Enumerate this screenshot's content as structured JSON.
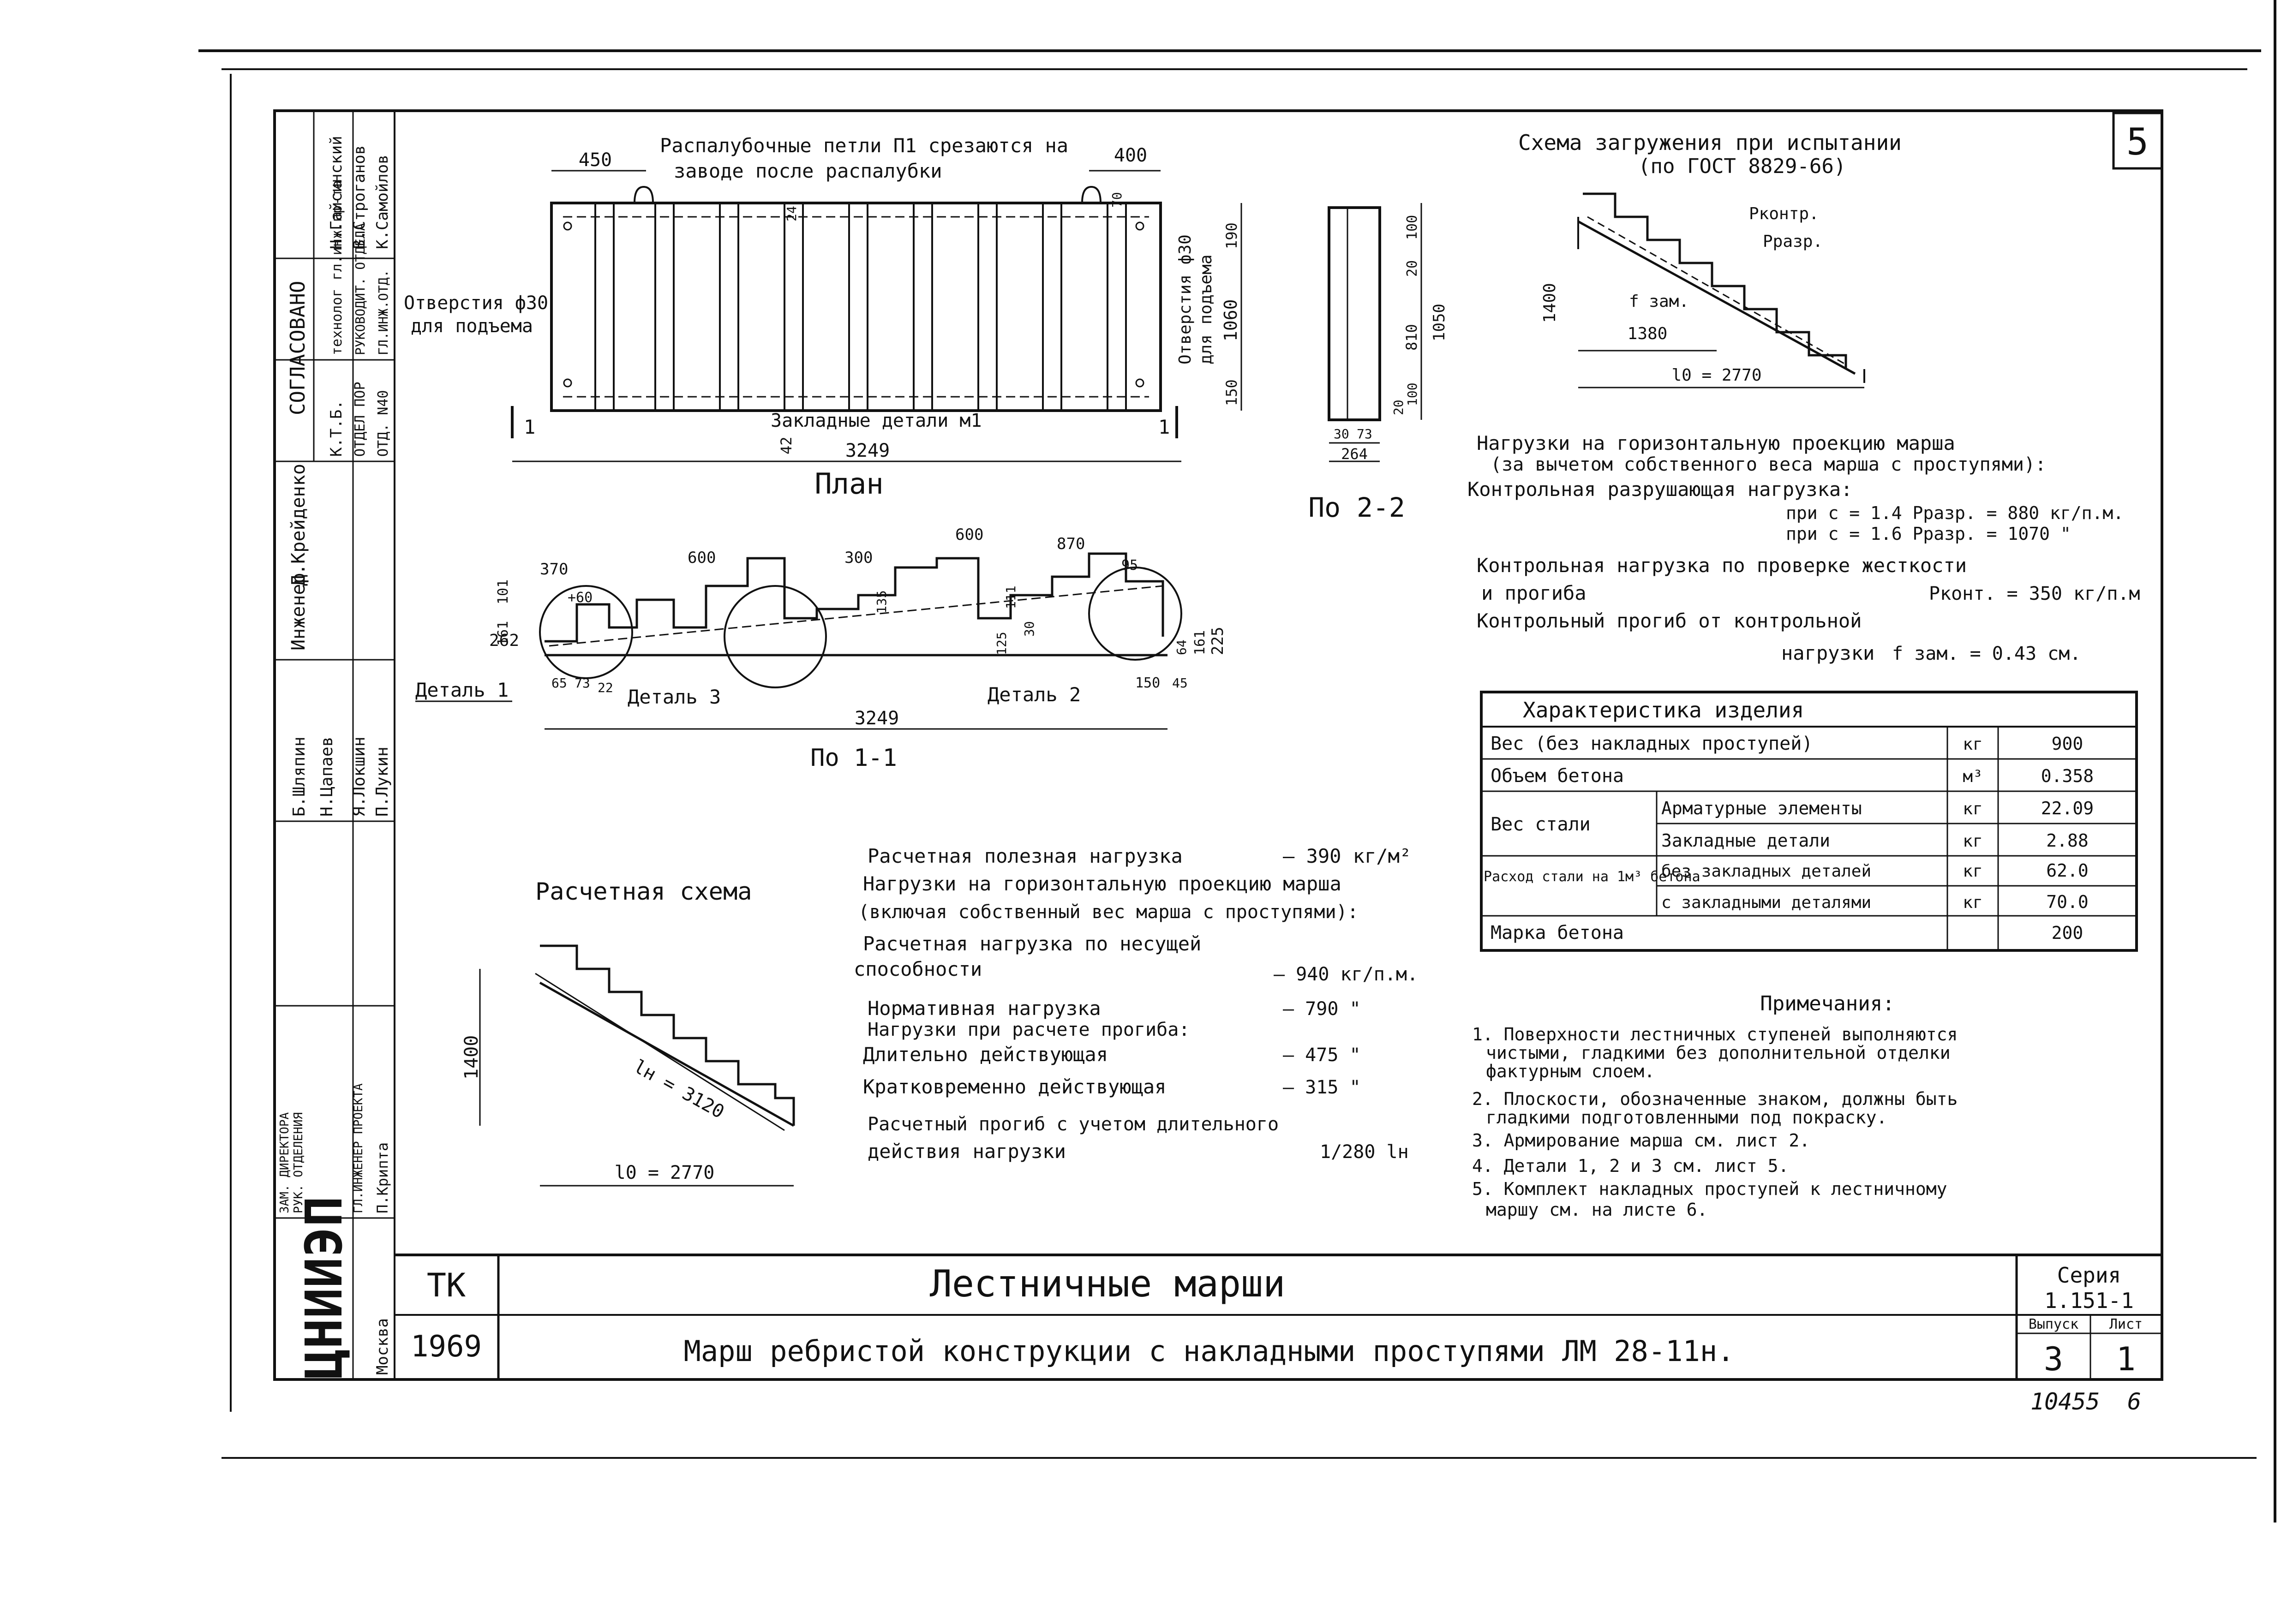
{
  "sheet": {
    "page_no": "5",
    "corner_series": "10455",
    "corner_sheet": "6",
    "approval_title": "СОГЛАСОВАНО",
    "approval_rows": [
      {
        "org": "К.Т.Б.",
        "role": "технолог гл.инж.пр-та",
        "name": "Н.Гайсинский"
      },
      {
        "org": "ОТДЕЛ ПОР",
        "role": "РУКОВОДИТ. ОТДЕЛА",
        "name": "В.Строганов"
      },
      {
        "org": "ОТД. N40",
        "role": "ГЛ.ИНЖ.ОТД.",
        "name": "К.Самойлов"
      }
    ],
    "staff": [
      {
        "role": "Инженер",
        "name": "Д.Крейденко"
      },
      {
        "role": "",
        "name": "Б.Шляпин"
      },
      {
        "role": "",
        "name": "Н.Цапаев"
      },
      {
        "role": "",
        "name": "Я.Локшин"
      },
      {
        "role": "",
        "name": "П.Лукин"
      }
    ],
    "signatures": [
      {
        "role": "ЗАМ. ДИРЕКТОРА",
        "name": ""
      },
      {
        "role": "РУК. ОТДЕЛЕНИЯ",
        "name": ""
      },
      {
        "role": "ГЛ.ИНЖЕНЕР ПРОЕКТА",
        "name": ""
      },
      {
        "role": "ГЛ.ИНЖЕНЕР ПРОЕКТА",
        "name": "П.Крипта"
      }
    ],
    "institute_logo": "ЦНИИЭП",
    "city": "Москва"
  },
  "title_block": {
    "org_code": "ТК",
    "year": "1969",
    "title": "Лестничные марши",
    "subtitle": "Марш ребристой конструкции с накладными проступями ЛМ 28-11н.",
    "series_label": "Серия",
    "series_value": "1.151-1",
    "issue_label": "Выпуск",
    "issue_value": "3",
    "sheet_label": "Лист",
    "sheet_value": "1"
  },
  "plan": {
    "caption": "План",
    "note_loops": "Распалубочные петли П1 срезаются на",
    "note_loops2": "заводе после распалубки",
    "holes_left": "Отверстия ф30",
    "holes_left2": "для подъема",
    "holes_right": "Отверстия ф30",
    "holes_right2": "для подъема",
    "embedded": "Закладные детали м1",
    "dim_450": "450",
    "dim_400": "400",
    "dim_3249": "3249",
    "dim_1060": "1060",
    "dim_190": "190",
    "dim_150": "150",
    "dim_42": "42",
    "dim_24": "24",
    "dim_70": "70",
    "section_mark": "1"
  },
  "section22": {
    "caption": "По 2-2",
    "dims": [
      "100",
      "20",
      "810",
      "1050",
      "100",
      "20",
      "30",
      "73",
      "264"
    ]
  },
  "section11": {
    "caption": "По 1-1",
    "detail1": "Деталь 1",
    "detail2": "Деталь 2",
    "detail3": "Деталь 3",
    "dim_3249": "3249",
    "dims_top": [
      "370",
      "+60",
      "600",
      "300",
      "600",
      "870",
      "95"
    ],
    "dims_left": [
      "262",
      "161",
      "101"
    ],
    "dims_right": [
      "225",
      "161",
      "64"
    ],
    "dims_small": [
      "65",
      "73",
      "22",
      "150",
      "45",
      "111",
      "30",
      "125",
      "135"
    ]
  },
  "load_scheme": {
    "title": "Схема загружения при испытании",
    "subtitle": "(по ГОСТ 8829-66)",
    "p_contr": "Pконтр.",
    "p_razr": "Pразр.",
    "f_zam": "f зам.",
    "dim_1380": "1380",
    "dim_1400": "1400",
    "l0": "l0 = 2770"
  },
  "loads": {
    "heading": "Нагрузки на горизонтальную проекцию марша",
    "heading2": "(за вычетом собственного веса марша с проступями):",
    "line1": "Контрольная разрушающая нагрузка:",
    "line2": "при c = 1.4  Pразр. = 880 кг/п.м.",
    "line3": "при c = 1.6  Pразр. = 1070   \"",
    "line4": "Контрольная нагрузка по проверке жесткости",
    "line5": "и прогиба",
    "line5b": "Pконт. = 350 кг/п.м",
    "line6": "Контрольный прогиб от контрольной",
    "line7": "нагрузки",
    "line7b": "f зам. = 0.43 см."
  },
  "spec_table": {
    "title": "Характеристика изделия",
    "rows": [
      {
        "name": "Вес (без накладных проступей)",
        "sub": "",
        "unit": "кг",
        "value": "900"
      },
      {
        "name": "Объем бетона",
        "sub": "",
        "unit": "м³",
        "value": "0.358"
      },
      {
        "name": "Вес стали",
        "sub": "Арматурные элементы",
        "unit": "кг",
        "value": "22.09"
      },
      {
        "name": "",
        "sub": "Закладные детали",
        "unit": "кг",
        "value": "2.88"
      },
      {
        "name": "Расход стали на 1м³ бетона",
        "sub": "без закладных деталей",
        "unit": "кг",
        "value": "62.0"
      },
      {
        "name": "",
        "sub": "с закладными деталями",
        "unit": "кг",
        "value": "70.0"
      },
      {
        "name": "Марка бетона",
        "sub": "",
        "unit": "",
        "value": "200"
      }
    ]
  },
  "calc_scheme": {
    "title": "Расчетная схема",
    "dim_1400": "1400",
    "l_n": "lн = 3120",
    "l0": "l0 = 2770"
  },
  "calc_text": {
    "line1": "Расчетная полезная нагрузка",
    "line1v": "— 390 кг/м²",
    "line2": "Нагрузки на горизонтальную проекцию марша",
    "line3": "(включая собственный вес марша с проступями):",
    "line4": "Расчетная нагрузка по несущей",
    "line5": "способности",
    "line5v": "— 940 кг/п.м.",
    "line6": "Нормативная нагрузка",
    "line6v": "— 790  \"",
    "line7": "Нагрузки при расчете прогиба:",
    "line8": "Длительно действующая",
    "line8v": "— 475  \"",
    "line9": "Кратковременно действующая",
    "line9v": "— 315  \"",
    "line10": "Расчетный прогиб с учетом длительного",
    "line11": "действия нагрузки",
    "line11v": "1/280 lн"
  },
  "notes": {
    "title": "Примечания:",
    "items": [
      "1. Поверхности лестничных ступеней выполняются",
      "чистыми, гладкими без дополнительной отделки",
      "фактурным слоем.",
      "2. Плоскости, обозначенные знаком, должны быть",
      "гладкими подготовленными под покраску.",
      "3. Армирование марша см. лист 2.",
      "4. Детали 1, 2 и 3 см. лист 5.",
      "5. Комплект накладных проступей к лестничному",
      "маршу см. на листе 6."
    ]
  }
}
